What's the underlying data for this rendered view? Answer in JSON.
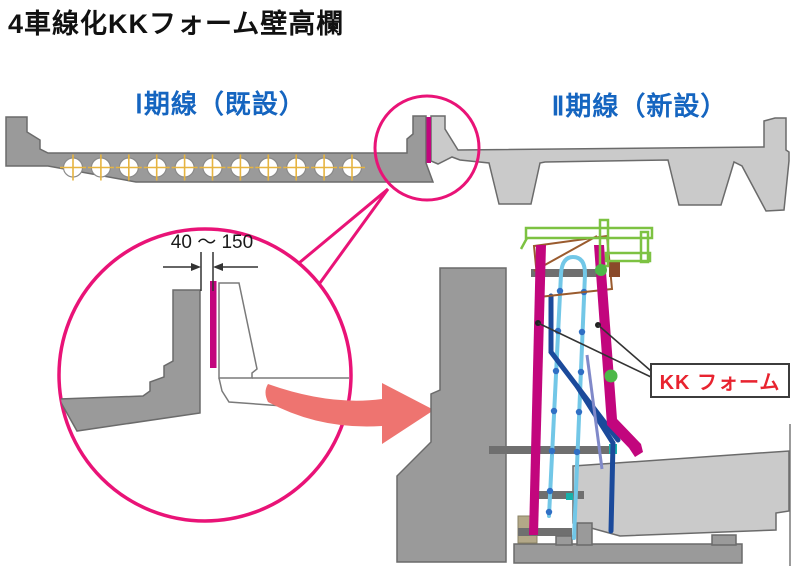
{
  "title": "4車線化KKフォーム壁高欄",
  "labels": {
    "phase1": "Ⅰ期線（既設）",
    "phase2": "Ⅱ期線（新設）",
    "dimension": "40 ～ 150",
    "kk_form": "KK フォーム"
  },
  "existing_bridge": {
    "void_count": 11
  },
  "colors": {
    "label_blue": "#1565c0",
    "highlight_pink": "#e91377",
    "form_magenta": "#c2067d",
    "arrow_salmon": "#ee7470",
    "kk_text_red": "#e8232f",
    "existing_gray": "#9a9a9a",
    "new_gray": "#cacaca",
    "outline_gray": "#6b6b6b",
    "rebar_cyan": "#72c7e7",
    "rebar_dot_blue": "#2f6fc4",
    "brace_navy": "#1b4a9b",
    "clamp_green": "#7dc242",
    "fastener_green": "#4db848",
    "frame_brown": "#9a5b2e",
    "void_cross_yellow": "#e6b440",
    "waler_gray": "#6f6f6f",
    "tie_teal": "#18b1aa",
    "khaki": "#b3a888",
    "slate_tie": "#8089c9"
  }
}
